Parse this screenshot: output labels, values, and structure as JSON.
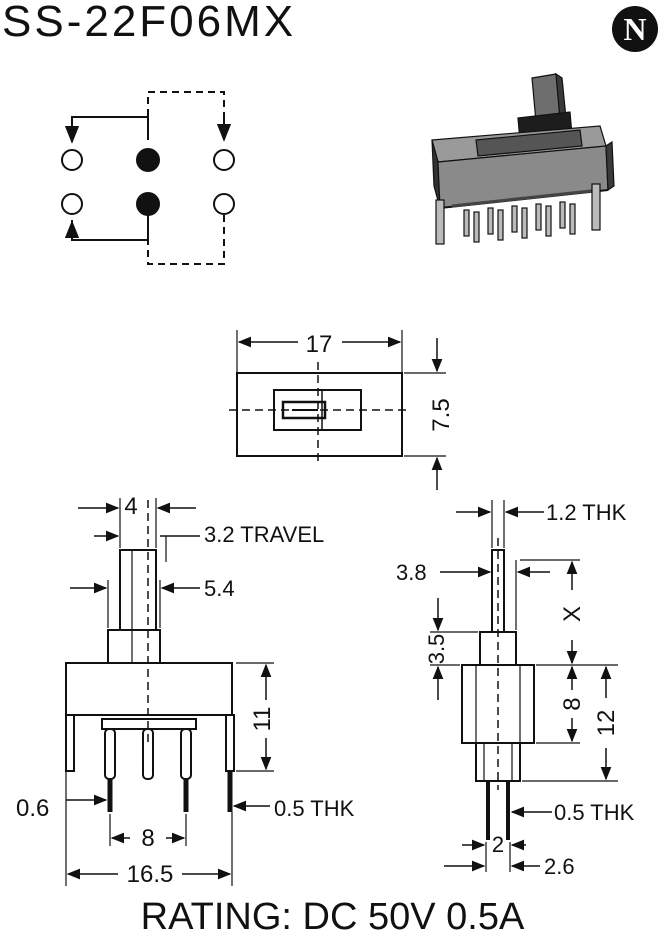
{
  "title": "SS-22F06MX",
  "logo_letter": "N",
  "rating": "RATING: DC 50V 0.5A",
  "dimensions": {
    "top_width": "17",
    "top_height": "7.5",
    "actuator_width": "4",
    "travel": "3.2 TRAVEL",
    "lever_height": "5.4",
    "body_height": "11",
    "pin_thickness_left": "0.6",
    "pin_thk": "0.5 THK",
    "pin_spacing": "8",
    "overall_width": "16.5",
    "side_thk": "1.2 THK",
    "side_offset": "3.8",
    "side_step": "3.5",
    "side_x": "X",
    "side_body": "8",
    "side_overall": "12",
    "side_pin_thk": "0.5 THK",
    "side_pitch": "2",
    "side_pitch_total": "2.6"
  }
}
